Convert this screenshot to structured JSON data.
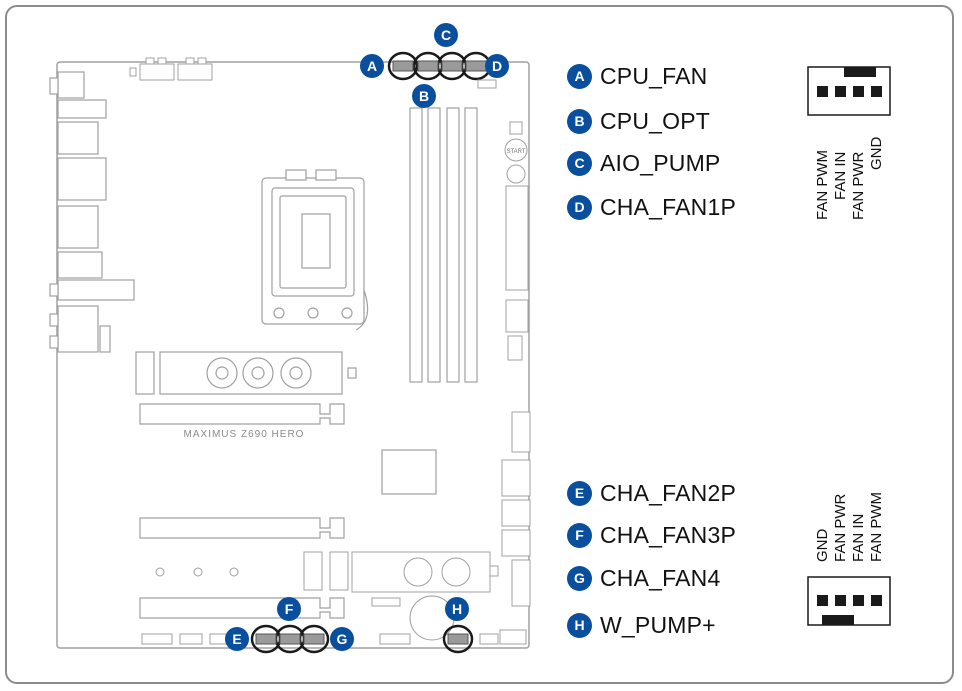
{
  "board_name": "MAXIMUS Z690 HERO",
  "start_button_label": "START",
  "callouts": [
    {
      "letter": "A",
      "label": "CPU_FAN"
    },
    {
      "letter": "B",
      "label": "CPU_OPT"
    },
    {
      "letter": "C",
      "label": "AIO_PUMP"
    },
    {
      "letter": "D",
      "label": "CHA_FAN1P"
    },
    {
      "letter": "E",
      "label": "CHA_FAN2P"
    },
    {
      "letter": "F",
      "label": "CHA_FAN3P"
    },
    {
      "letter": "G",
      "label": "CHA_FAN4"
    },
    {
      "letter": "H",
      "label": "W_PUMP+"
    }
  ],
  "pinout_top": [
    "FAN PWM",
    "FAN IN",
    "FAN PWR",
    "GND"
  ],
  "pinout_bottom": [
    "GND",
    "FAN PWR",
    "FAN IN",
    "FAN PWM"
  ],
  "colors": {
    "badge": "#0a4f9e",
    "outline": "#8c8c8c",
    "header": "#1a1a1a"
  }
}
